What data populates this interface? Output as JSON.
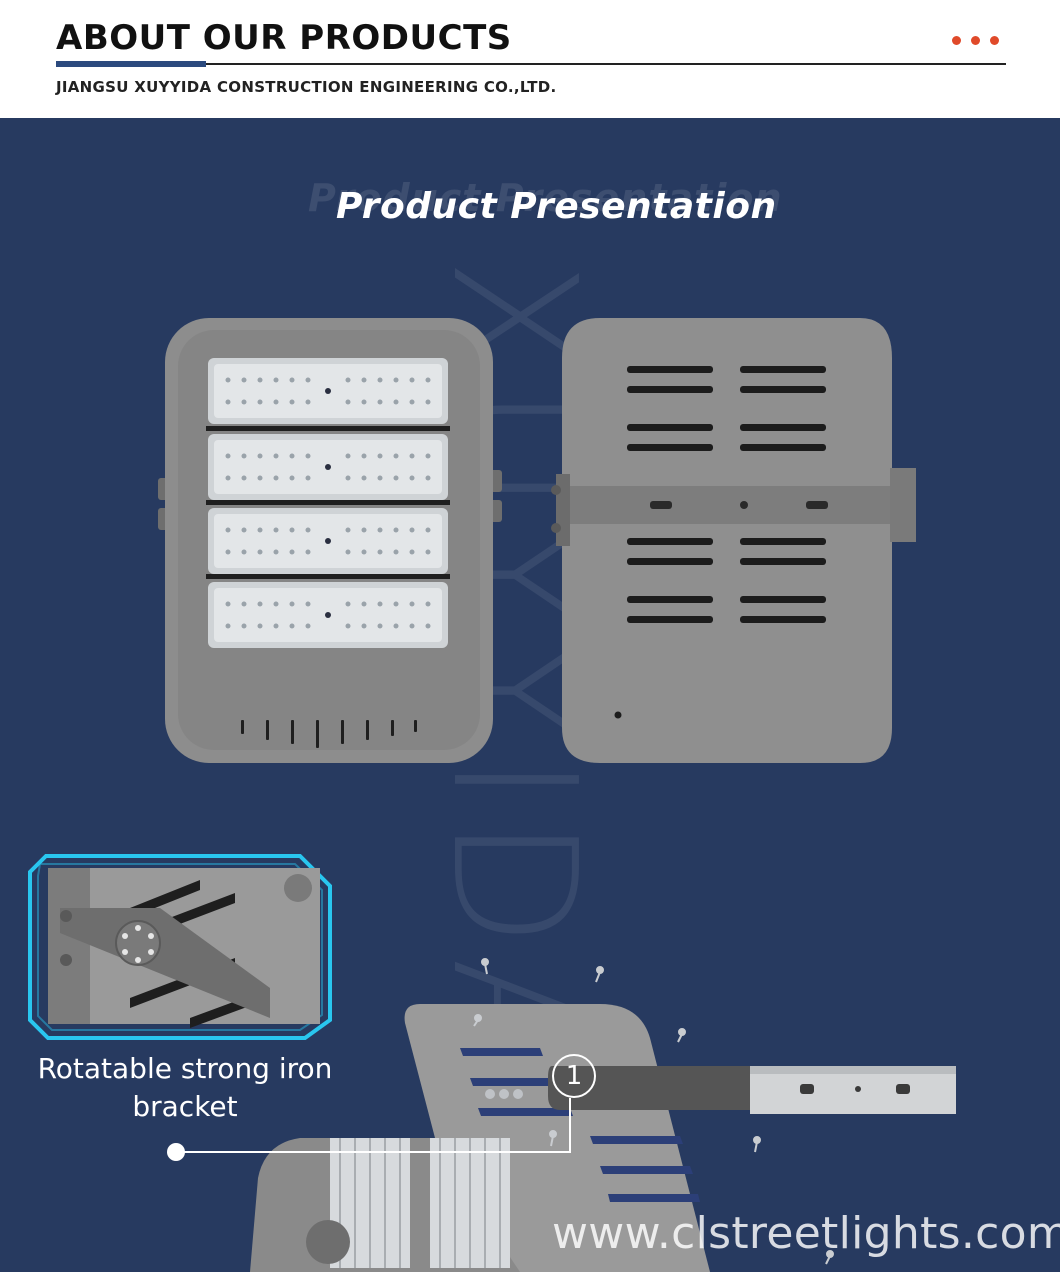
{
  "header": {
    "title": "ABOUT OUR PRODUCTS",
    "subtitle": "JIANGSU XUYYIDA CONSTRUCTION ENGINEERING CO.,LTD."
  },
  "section": {
    "title": "Product Presentation",
    "watermark": "XUYYIDA"
  },
  "feature": {
    "caption_line1": "Rotatable strong iron",
    "caption_line2": "bracket",
    "callout_number": "1"
  },
  "footer": {
    "website": "www.clstreetlights.com"
  },
  "colors": {
    "background": "#273a60",
    "accent_dots": "#e04a2a",
    "frame_cyan": "#29c6ef",
    "housing_gray": "#8c8c8c"
  }
}
